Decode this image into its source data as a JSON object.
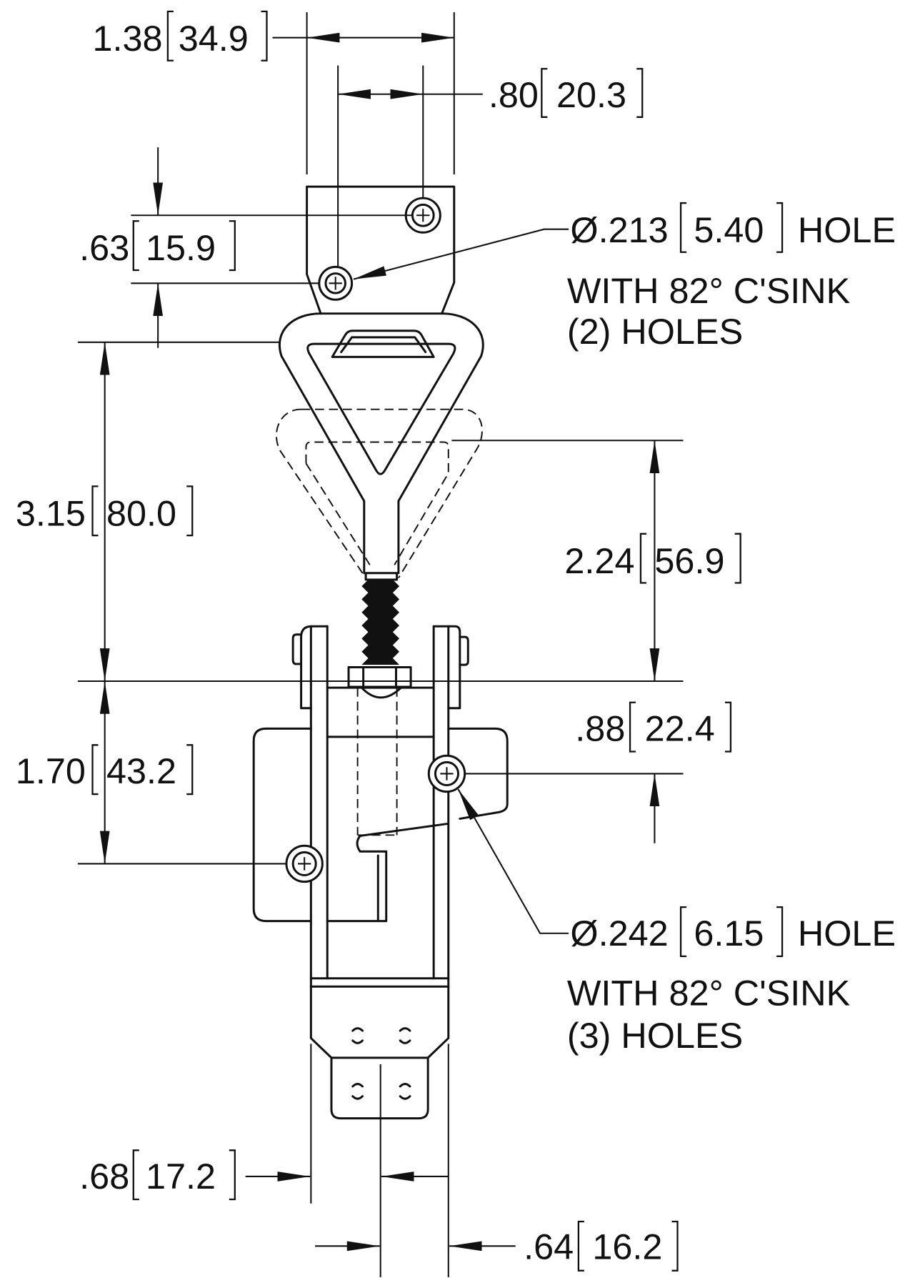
{
  "dimensions": {
    "top_width": {
      "in": "1.38",
      "mm": "34.9"
    },
    "top_hole_spacing": {
      "in": ".80",
      "mm": "20.3"
    },
    "top_hole_offset": {
      "in": ".63",
      "mm": "15.9"
    },
    "upper_height": {
      "in": "3.15",
      "mm": "80.0"
    },
    "travel": {
      "in": "2.24",
      "mm": "56.9"
    },
    "lower_hole_offset": {
      "in": "1.70",
      "mm": "43.2"
    },
    "right_hole_offset": {
      "in": ".88",
      "mm": "22.4"
    },
    "left_to_center": {
      "in": ".68",
      "mm": "17.2"
    },
    "right_to_center": {
      "in": ".64",
      "mm": "16.2"
    }
  },
  "hole_notes": {
    "top": {
      "diameter": "Ø.213",
      "mm": "5.40",
      "type": "HOLE",
      "countersink": "WITH 82° C'SINK",
      "count": "(2) HOLES"
    },
    "base": {
      "diameter": "Ø.242",
      "mm": "6.15",
      "type": "HOLE",
      "countersink": "WITH 82° C'SINK",
      "count": "(3) HOLES"
    }
  },
  "colors": {
    "line": "#111111",
    "background": "#ffffff"
  }
}
